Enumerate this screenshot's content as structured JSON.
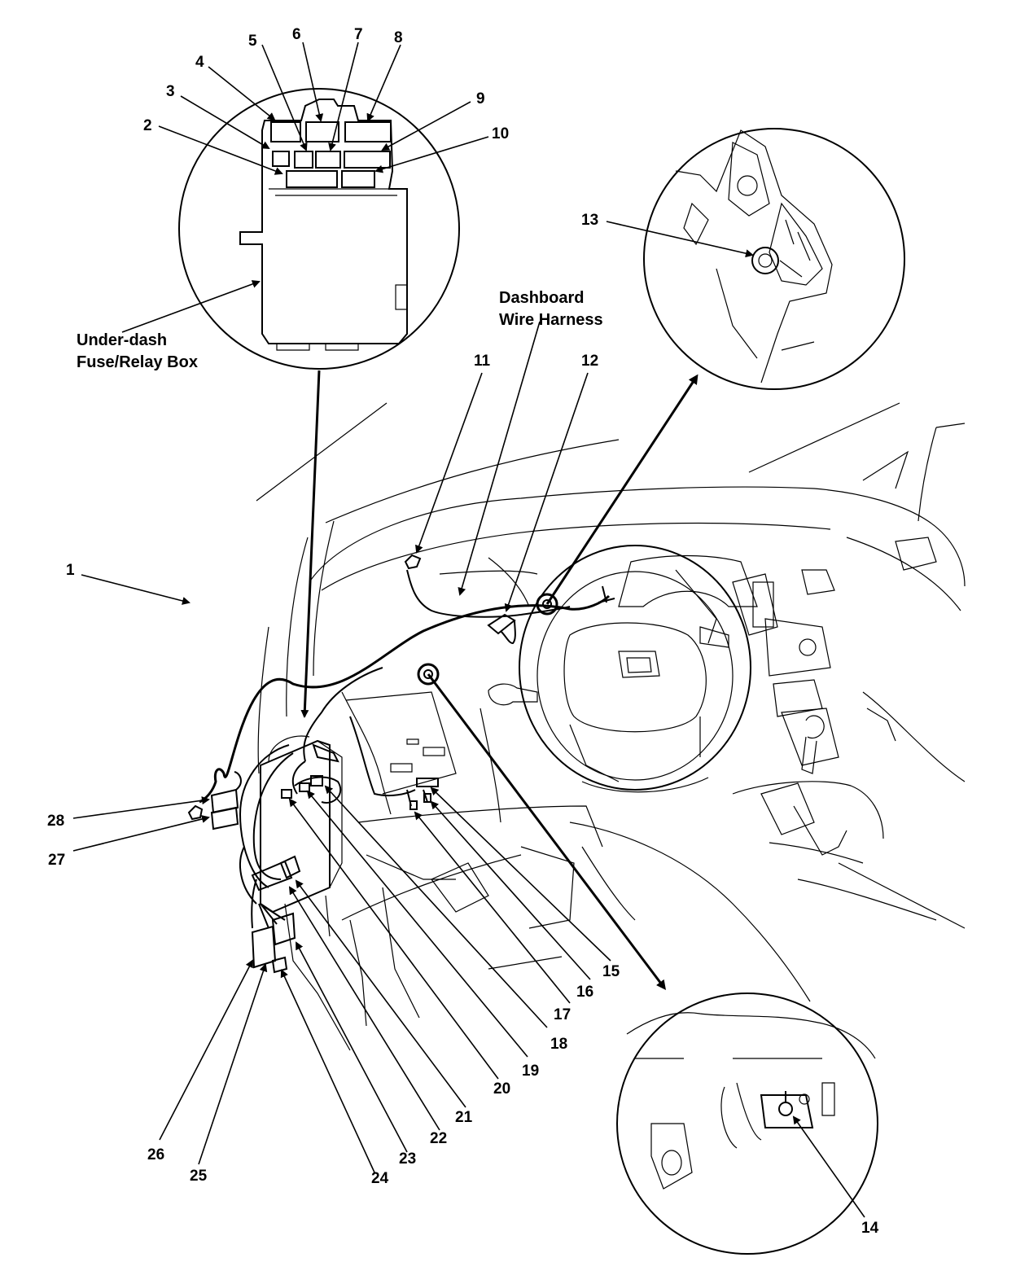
{
  "captions": {
    "fuse_box_line1": "Under-dash",
    "fuse_box_line2": "Fuse/Relay Box",
    "harness_line1": "Dashboard",
    "harness_line2": "Wire Harness"
  },
  "callouts": [
    "1",
    "2",
    "3",
    "4",
    "5",
    "6",
    "7",
    "8",
    "9",
    "10",
    "11",
    "12",
    "13",
    "14",
    "15",
    "16",
    "17",
    "18",
    "19",
    "20",
    "21",
    "22",
    "23",
    "24",
    "25",
    "26",
    "27",
    "28"
  ]
}
